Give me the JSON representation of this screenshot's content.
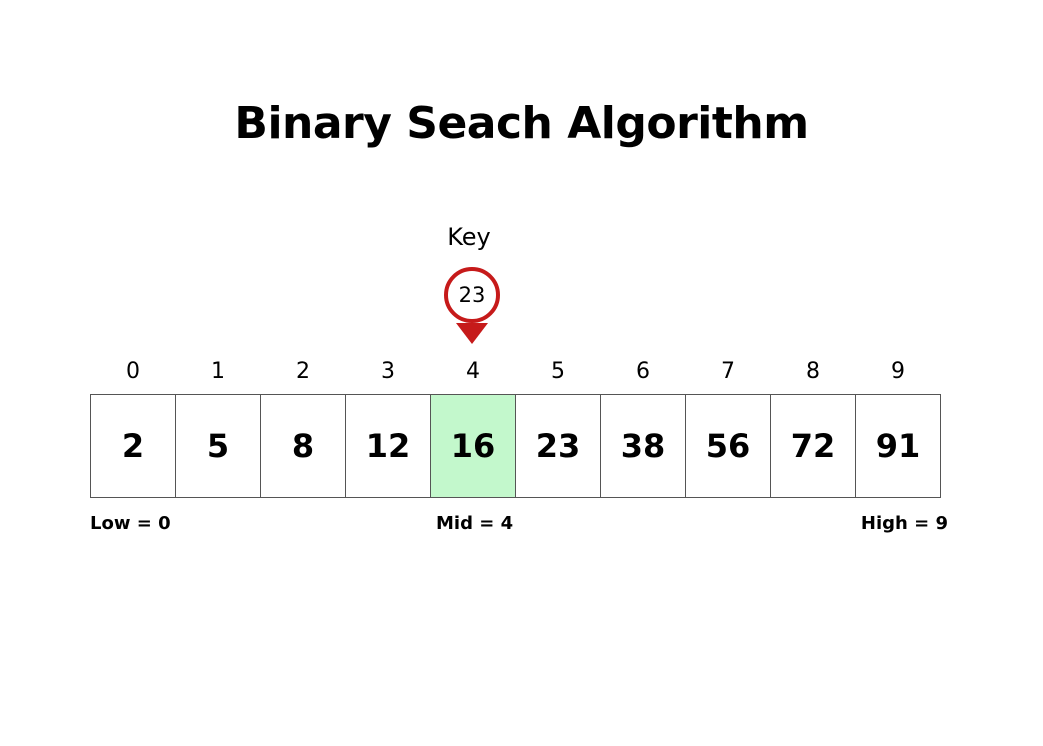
{
  "title": "Binary Seach Algorithm",
  "key": {
    "label": "Key",
    "value": "23",
    "color": "#c61a1a"
  },
  "array": {
    "indices": [
      "0",
      "1",
      "2",
      "3",
      "4",
      "5",
      "6",
      "7",
      "8",
      "9"
    ],
    "values": [
      "2",
      "5",
      "8",
      "12",
      "16",
      "23",
      "38",
      "56",
      "72",
      "91"
    ],
    "highlight_index": 4,
    "highlight_color": "#c3f8cc"
  },
  "pointers": {
    "low": "Low = 0",
    "mid": "Mid = 4",
    "high": "High = 9"
  }
}
